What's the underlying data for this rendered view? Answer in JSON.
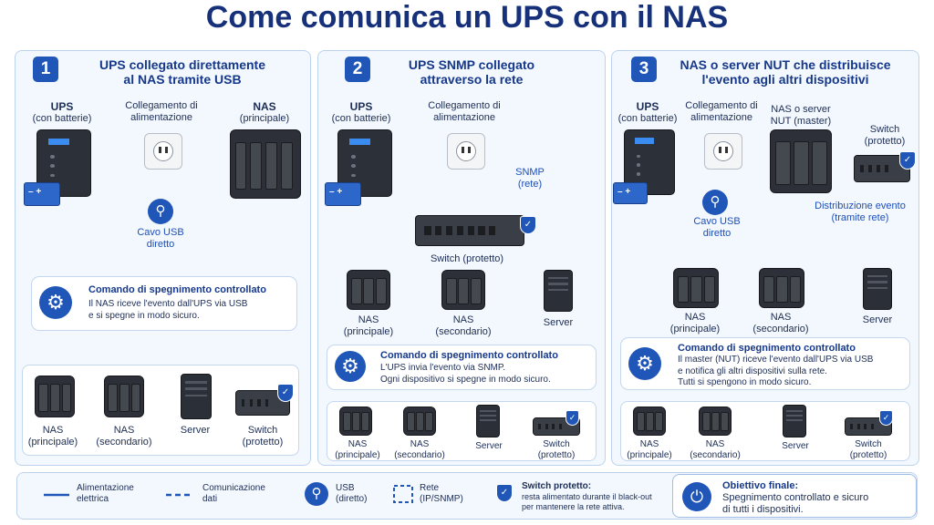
{
  "title": "Come comunica un UPS con il NAS",
  "colors": {
    "accent": "#1f56b8",
    "panel_bg": "#f3f8fe",
    "border": "#bcd3ee",
    "title": "#16317a"
  },
  "panels": [
    {
      "number": "1",
      "title_line1": "UPS collegato direttamente",
      "title_line2": "al NAS tramite USB",
      "ups_label": "UPS",
      "ups_sub": "(con batterie)",
      "power_label_1": "Collegamento di",
      "power_label_2": "alimentazione",
      "nas_label": "NAS",
      "nas_sub": "(principale)",
      "usb_label_1": "Cavo USB",
      "usb_label_2": "diretto",
      "cmd_title": "Comando di spegnimento controllato",
      "cmd_text_1": "Il NAS riceve l'evento dall'UPS via USB",
      "cmd_text_2": "e si spegne in modo sicuro.",
      "devices": [
        {
          "label_1": "NAS",
          "label_2": "(principale)"
        },
        {
          "label_1": "NAS",
          "label_2": "(secondario)"
        },
        {
          "label_1": "Server",
          "label_2": ""
        },
        {
          "label_1": "Switch",
          "label_2": "(protetto)"
        }
      ]
    },
    {
      "number": "2",
      "title_line1": "UPS SNMP collegato",
      "title_line2": "attraverso la rete",
      "ups_label": "UPS",
      "ups_sub": "(con batterie)",
      "power_label_1": "Collegamento di",
      "power_label_2": "alimentazione",
      "snmp_label_1": "SNMP",
      "snmp_label_2": "(rete)",
      "switch_label": "Switch (protetto)",
      "net_devices": [
        {
          "label_1": "NAS",
          "label_2": "(principale)"
        },
        {
          "label_1": "NAS",
          "label_2": "(secondario)"
        },
        {
          "label_1": "Server",
          "label_2": ""
        }
      ],
      "cmd_title": "Comando di spegnimento controllato",
      "cmd_text_1": "L'UPS invia l'evento via SNMP.",
      "cmd_text_2": "Ogni dispositivo si spegne in modo sicuro.",
      "devices": [
        {
          "label_1": "NAS",
          "label_2": "(principale)"
        },
        {
          "label_1": "NAS",
          "label_2": "(secondario)"
        },
        {
          "label_1": "Server",
          "label_2": ""
        },
        {
          "label_1": "Switch",
          "label_2": "(protetto)"
        }
      ]
    },
    {
      "number": "3",
      "title_line1": "NAS o server NUT che distribuisce",
      "title_line2": "l'evento agli altri dispositivi",
      "ups_label": "UPS",
      "ups_sub": "(con batterie)",
      "power_label_1": "Collegamento di",
      "power_label_2": "alimentazione",
      "master_label_1": "NAS o server",
      "master_label_2": "NUT (master)",
      "switch_label_1": "Switch",
      "switch_label_2": "(protetto)",
      "usb_label_1": "Cavo USB",
      "usb_label_2": "diretto",
      "dist_label_1": "Distribuzione evento",
      "dist_label_2": "(tramite rete)",
      "net_devices": [
        {
          "label_1": "NAS",
          "label_2": "(principale)"
        },
        {
          "label_1": "NAS",
          "label_2": "(secondario)"
        },
        {
          "label_1": "Server",
          "label_2": ""
        }
      ],
      "cmd_title": "Comando di spegnimento controllato",
      "cmd_text_1": "Il master (NUT) riceve l'evento dall'UPS via USB",
      "cmd_text_2": "e notifica gli altri dispositivi sulla rete.",
      "cmd_text_3": "Tutti si spengono in modo sicuro.",
      "devices": [
        {
          "label_1": "NAS",
          "label_2": "(principale)"
        },
        {
          "label_1": "NAS",
          "label_2": "(secondario)"
        },
        {
          "label_1": "Server",
          "label_2": ""
        },
        {
          "label_1": "Switch",
          "label_2": "(protetto)"
        }
      ]
    }
  ],
  "legend": {
    "power_1": "Alimentazione",
    "power_2": "elettrica",
    "data_1": "Comunicazione",
    "data_2": "dati",
    "usb_1": "USB",
    "usb_2": "(diretto)",
    "net_1": "Rete",
    "net_2": "(IP/SNMP)",
    "switch_title": "Switch protetto:",
    "switch_text_1": "resta alimentato durante il black-out",
    "switch_text_2": "per mantenere la rete attiva.",
    "goal_title": "Obiettivo finale:",
    "goal_text_1": "Spegnimento controllato e sicuro",
    "goal_text_2": "di tutti i dispositivi."
  }
}
